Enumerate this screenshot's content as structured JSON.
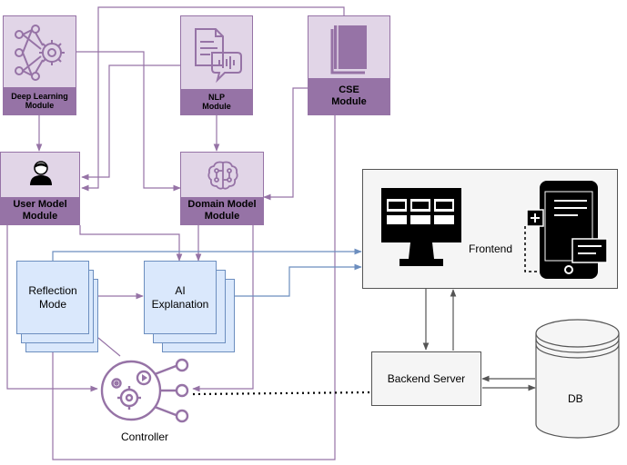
{
  "modules": {
    "deep_learning": {
      "label": "Deep Learning\nModule"
    },
    "nlp": {
      "label": "NLP\nModule"
    },
    "cse": {
      "label": "CSE\nModule"
    },
    "user_model": {
      "label": "User Model\nModule"
    },
    "domain_model": {
      "label": "Domain Model\nModule"
    }
  },
  "components": {
    "reflection_mode": {
      "label": "Reflection\nMode"
    },
    "ai_explanation": {
      "label": "AI\nExplanation"
    },
    "controller": {
      "label": "Controller"
    },
    "frontend": {
      "label": "Frontend"
    },
    "backend_server": {
      "label": "Backend Server"
    },
    "db": {
      "label": "DB"
    }
  },
  "colors": {
    "module_fill": "#e1d5e7",
    "module_border": "#9673a6",
    "stack_fill": "#dae8fc",
    "stack_border": "#6c8ebf",
    "purple_line": "#9673a6",
    "blue_line": "#6c8ebf",
    "gray_fill": "#f5f5f5"
  },
  "icons": {
    "deep_learning": "neural-network-gear-icon",
    "nlp": "document-speech-icon",
    "cse": "book-icon",
    "user_model": "user-icon",
    "domain_model": "brain-chip-icon",
    "controller": "hub-gear-icon",
    "frontend_monitor": "monitor-icon",
    "frontend_mobile": "mobile-app-icon",
    "db": "database-cylinder-icon"
  }
}
